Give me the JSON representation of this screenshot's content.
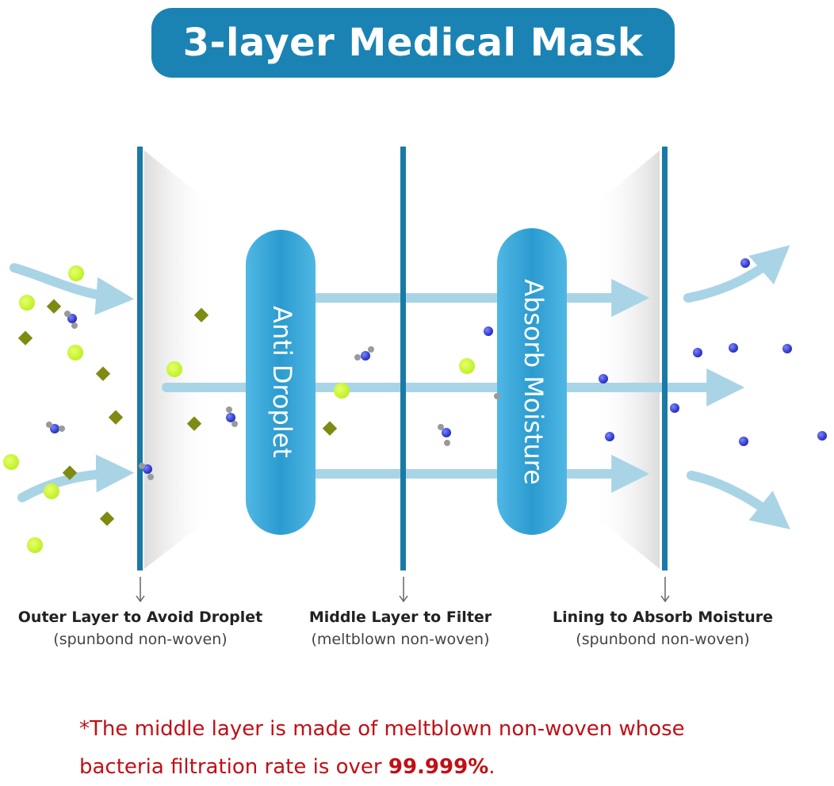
{
  "title": "3-layer Medical Mask",
  "pills": [
    {
      "label": "Anti Droplet"
    },
    {
      "label": "Absorb Moisture"
    }
  ],
  "layers": [
    {
      "name": "Outer Layer to Avoid Droplet",
      "material": "(spunbond non-woven)"
    },
    {
      "name": "Middle Layer to Filter",
      "material": "(meltblown non-woven)"
    },
    {
      "name": "Lining to Absorb Moisture",
      "material": "(spunbond non-woven)"
    }
  ],
  "footnote": {
    "line1": "*The middle layer is made of meltblown non-woven whose",
    "line2_prefix": "bacteria filtration rate is over ",
    "rate": "99.999%",
    "line2_suffix": "."
  },
  "colors": {
    "banner": "#1a83b3",
    "layer_line": "#1a7aa6",
    "pill": "#2b9bd0",
    "arrow": "#a9d4e6",
    "droplet_green": "#c8f52a",
    "particle_olive": "#7f8a12",
    "moisture_blue": "#2530c8",
    "footnote_red": "#c10f15"
  },
  "icons": [
    "down-arrow-icon",
    "airflow-arrow-icon",
    "droplet-icon",
    "particle-icon",
    "water-molecule-icon",
    "moisture-dot-icon"
  ]
}
